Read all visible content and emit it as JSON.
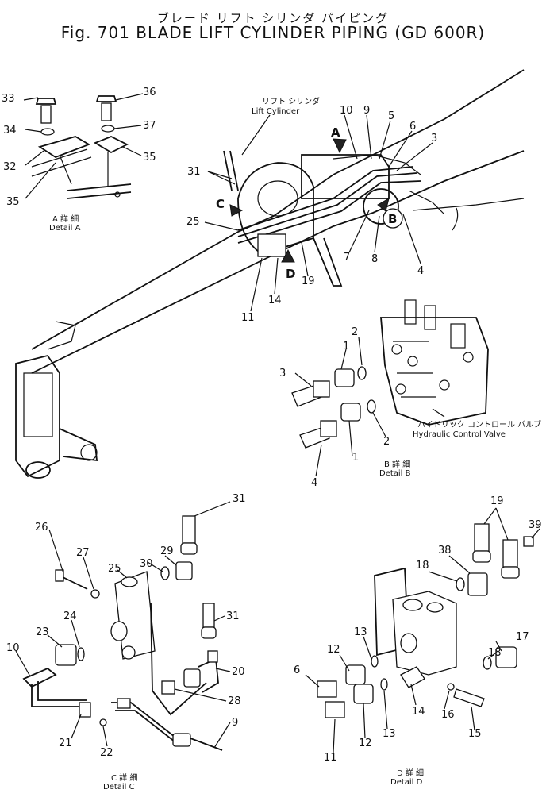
{
  "title": {
    "japanese": "ブレード リフト シリンダ パイピング",
    "english": "Fig. 701 BLADE LIFT CYLINDER PIPING (GD 600R)"
  },
  "callouts": {
    "lift_cylinder_jp": "リフト シリンダ",
    "lift_cylinder_en": "Lift Cylinder",
    "hydraulic_valve_jp": "ハイドリック コントロール バルブ",
    "hydraulic_valve_en": "Hydraulic Control Valve"
  },
  "view_letters": {
    "a": "A",
    "b": "B",
    "c": "C",
    "d": "D"
  },
  "detail_captions": {
    "a": {
      "jp": "A 詳 細",
      "en": "Detail A"
    },
    "b": {
      "jp": "B 詳 細",
      "en": "Detail B"
    },
    "c": {
      "jp": "C 詳 細",
      "en": "Detail C"
    },
    "d": {
      "jp": "D 詳 細",
      "en": "Detail D"
    }
  },
  "part_numbers": {
    "main": [
      "10",
      "9",
      "5",
      "6",
      "3",
      "31",
      "25",
      "7",
      "8",
      "4",
      "19",
      "14",
      "11"
    ],
    "detail_a": [
      "33",
      "36",
      "34",
      "37",
      "32",
      "35",
      "35"
    ],
    "detail_b": [
      "2",
      "1",
      "3",
      "1",
      "2",
      "4"
    ],
    "detail_c": [
      "31",
      "26",
      "27",
      "29",
      "30",
      "25",
      "31",
      "24",
      "23",
      "10",
      "20",
      "28",
      "21",
      "22",
      "9"
    ],
    "detail_d": [
      "19",
      "39",
      "38",
      "18",
      "13",
      "12",
      "17",
      "6",
      "18",
      "14",
      "16",
      "15",
      "13",
      "12",
      "11"
    ]
  }
}
